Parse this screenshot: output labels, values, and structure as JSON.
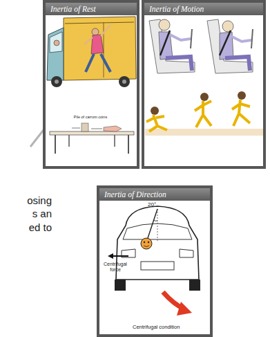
{
  "diagram": {
    "nodes": [
      {
        "text": [
          "Inertia of Rest"
        ]
      },
      {
        "text": [
          "Inertia of Motion"
        ]
      },
      {
        "text": [
          "Inertia of Direction"
        ]
      }
    ],
    "labels": [
      "Pile of carrom coins",
      "20°",
      "Centrifugal force",
      "Centrifugal condition",
      "osing",
      "s an",
      "ed to"
    ]
  }
}
